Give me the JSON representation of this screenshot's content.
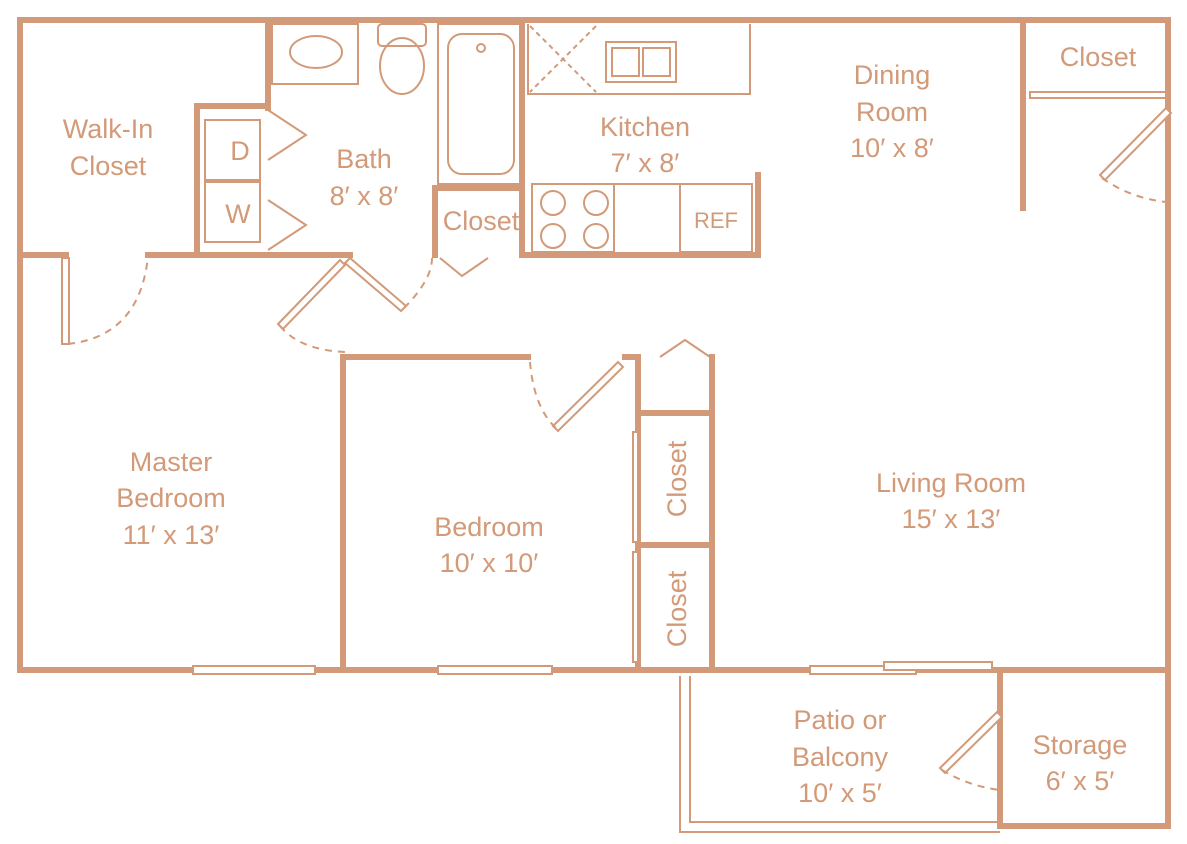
{
  "rooms": {
    "walk_in_closet": {
      "line1": "Walk-In",
      "line2": "Closet"
    },
    "bath": {
      "name": "Bath",
      "size": "8′ x 8′"
    },
    "kitchen": {
      "name": "Kitchen",
      "size": "7′ x 8′"
    },
    "dining_room": {
      "line1": "Dining",
      "line2": "Room",
      "size": "10′ x 8′"
    },
    "closet_top_right": {
      "name": "Closet"
    },
    "closet_hall": {
      "name": "Closet"
    },
    "master_bedroom": {
      "line1": "Master",
      "line2": "Bedroom",
      "size": "11′ x 13′"
    },
    "bedroom": {
      "name": "Bedroom",
      "size": "10′ x 10′"
    },
    "closet_upper": {
      "name": "Closet"
    },
    "closet_lower": {
      "name": "Closet"
    },
    "living_room": {
      "name": "Living Room",
      "size": "15′ x 13′"
    },
    "patio": {
      "line1": "Patio or",
      "line2": "Balcony",
      "size": "10′ x 5′"
    },
    "storage": {
      "name": "Storage",
      "size": "6′ x 5′"
    }
  },
  "appliances": {
    "dryer": "D",
    "washer": "W",
    "refrigerator": "REF"
  },
  "colors": {
    "wall": "#d29a78",
    "background": "#ffffff"
  }
}
